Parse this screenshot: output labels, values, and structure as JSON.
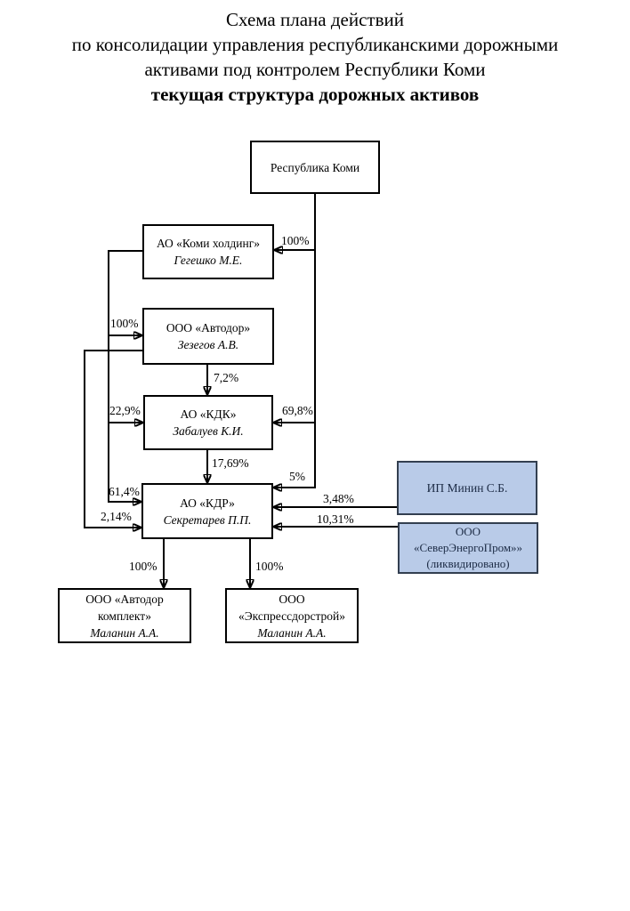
{
  "title": {
    "line1": "Схема плана действий",
    "line2": "по консолидации управления республиканскими дорожными",
    "line3": "активами под контролем Республики Коми",
    "line4_bold": "текущая структура дорожных активов"
  },
  "nodes": {
    "rk": {
      "name": "Республика Коми"
    },
    "holding": {
      "name": "АО «Коми холдинг»",
      "person": "Гегешко М.Е."
    },
    "avtodor": {
      "name": "ООО «Автодор»",
      "person": "Зезегов А.В."
    },
    "kdk": {
      "name": "АО «КДК»",
      "person": "Забалуев К.И."
    },
    "kdr": {
      "name": "АО «КДР»",
      "person": "Секретарев П.П."
    },
    "minin": {
      "name": "ИП Минин С.Б."
    },
    "sever": {
      "line1": "ООО",
      "line2": "«СеверЭнергоПром»»",
      "line3": "(ликвидировано)"
    },
    "komplekt": {
      "line1": "ООО «Автодор",
      "line2": "комплект»",
      "person": "Маланин А.А."
    },
    "express": {
      "line1": "ООО",
      "line2": "«Экспрессдорстрой»",
      "person": "Маланин А.А."
    }
  },
  "edges": {
    "rk_holding": "100%",
    "holding_avtodor": "100%",
    "avtodor_kdk": "7,2%",
    "holding_kdk": "22,9%",
    "rk_kdk": "69,8%",
    "kdk_kdr": "17,69%",
    "rk_kdr": "5%",
    "holding_kdr": "61,4%",
    "avtodor_kdr": "2,14%",
    "minin_kdr": "3,48%",
    "sever_kdr": "10,31%",
    "kdr_komplekt": "100%",
    "kdr_express": "100%"
  },
  "colors": {
    "box_fill": "#ffffff",
    "box_border": "#000000",
    "highlight_fill": "#b9cbe8",
    "highlight_border": "#333f50",
    "line": "#000000"
  }
}
